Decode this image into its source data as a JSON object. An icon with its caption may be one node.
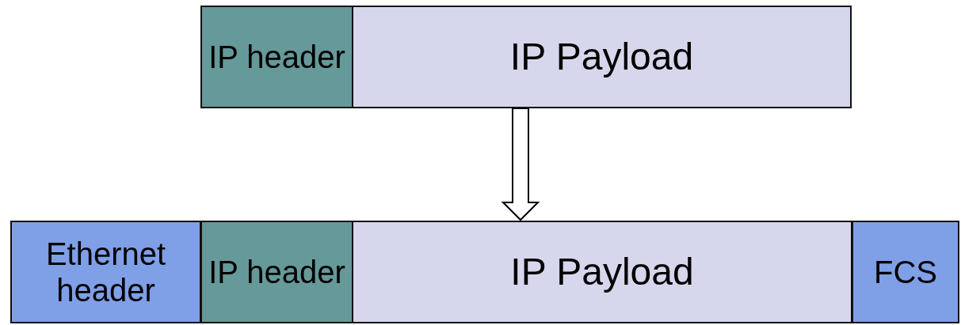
{
  "diagram": {
    "nodes": [
      {
        "text": [
          "IP header"
        ]
      },
      {
        "text": [
          "IP Payload"
        ]
      },
      {
        "text": [
          "Ethernet header"
        ]
      },
      {
        "text": [
          "IP header"
        ]
      },
      {
        "text": [
          "IP Payload"
        ]
      },
      {
        "text": [
          "FCS"
        ]
      }
    ],
    "edges": [
      {
        "from": 1,
        "to": 4,
        "arrow": "to"
      }
    ]
  }
}
